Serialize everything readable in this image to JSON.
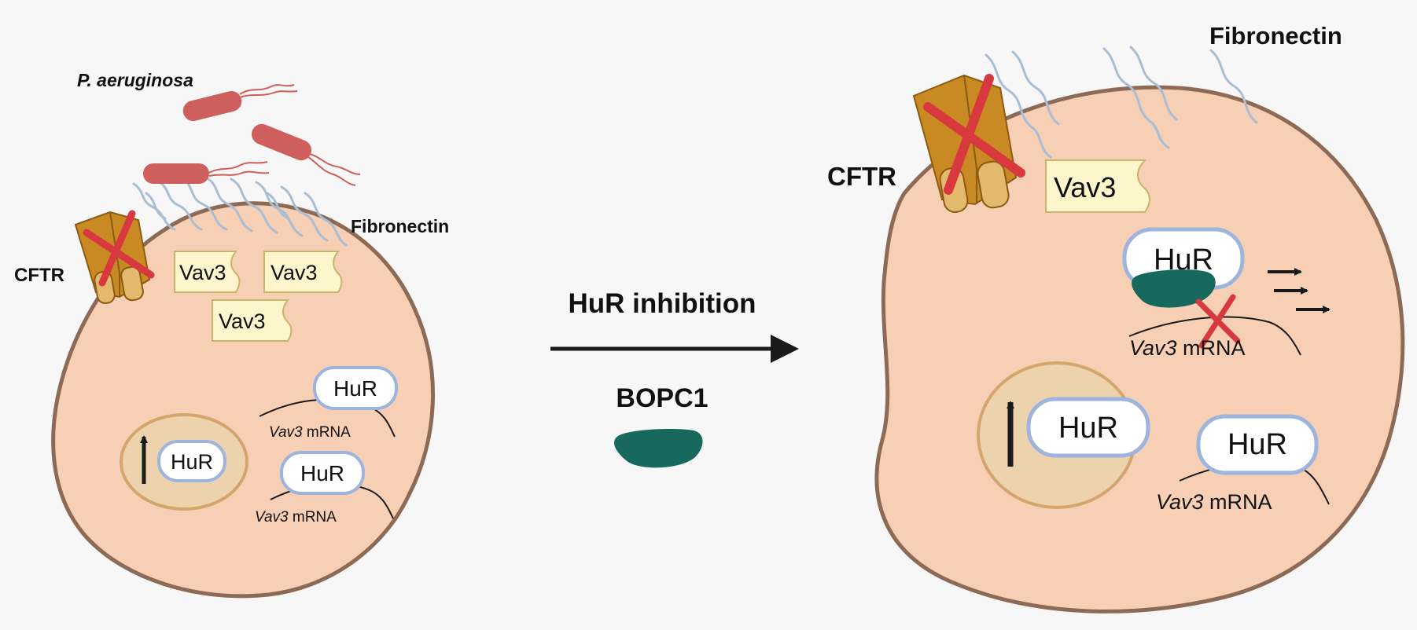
{
  "colors": {
    "background": "#f7f7f7",
    "cell_fill": "#f7cfb5",
    "cell_stroke": "#8c6a55",
    "nucleus_fill": "#ecd2ad",
    "nucleus_stroke": "#d4a66c",
    "bacteria": "#cf5f5c",
    "fibronectin": "#a9bed4",
    "cftr_body": "#c98a24",
    "cftr_end": "#e3b96d",
    "cross": "#d8393e",
    "vav3_fill": "#fdf5cc",
    "vav3_stroke": "#c8b46c",
    "hur_fill": "#ffffff",
    "hur_stroke": "#9db4dc",
    "inhibitor": "#17695e",
    "arrow": "#1a1a1a"
  },
  "left_panel": {
    "bacteria_label": "P. aeruginosa",
    "fibronectin_label": "Fibronectin",
    "cftr_label": "CFTR",
    "vav3_labels": [
      "Vav3",
      "Vav3",
      "Vav3"
    ],
    "nuclear_hur_label": "HuR",
    "complexes": [
      {
        "protein": "HuR",
        "gene": "Vav3",
        "suffix": " mRNA"
      },
      {
        "protein": "HuR",
        "gene": "Vav3",
        "suffix": " mRNA"
      }
    ]
  },
  "middle": {
    "treatment_label": "HuR inhibition",
    "inhibitor_label": "BOPC1"
  },
  "right_panel": {
    "fibronectin_label": "Fibronectin",
    "cftr_label": "CFTR",
    "vav3_label": "Vav3",
    "blocked_complex": {
      "protein": "HuR",
      "gene": "Vav3",
      "suffix": " mRNA"
    },
    "nuclear_hur_label": "HuR",
    "free_complex": {
      "protein": "HuR",
      "gene": "Vav3",
      "suffix": " mRNA"
    }
  }
}
